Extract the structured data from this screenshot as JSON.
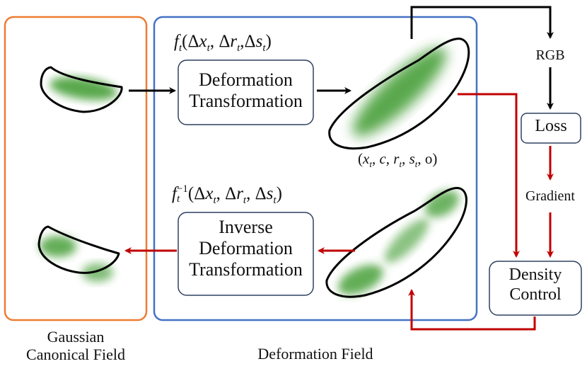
{
  "panels": {
    "canonical": {
      "caption_line1": "Gaussian",
      "caption_line2": "Canonical Field"
    },
    "deformation": {
      "caption": "Deformation Field"
    }
  },
  "boxes": {
    "forward": {
      "line1": "Deformation",
      "line2": "Transformation"
    },
    "inverse": {
      "line1": "Inverse",
      "line2": "Deformation",
      "line3": "Transformation"
    },
    "loss": {
      "label": "Loss"
    },
    "density": {
      "line1": "Density",
      "line2": "Control"
    }
  },
  "labels": {
    "rgb": "RGB",
    "gradient": "Gradient"
  },
  "formulas": {
    "forward": {
      "f": "f",
      "sub_t": "t",
      "open": "(",
      "delta": "Δ",
      "x": "x",
      "r": "r",
      "s": "s",
      "comma": ",",
      "close": ")"
    },
    "inverse": {
      "f": "f",
      "sub_t": "t",
      "sup": "−1",
      "open": "(",
      "delta": "Δ",
      "x": "x",
      "r": "r",
      "s": "s",
      "comma": ",",
      "close": ")"
    },
    "tuple": {
      "open": "(",
      "x": "x",
      "t": "t",
      "c": "c",
      "r": "r",
      "s": "s",
      "o": "o",
      "comma": ",",
      "close": ")"
    }
  },
  "colors": {
    "canonical_border": "#ED7D31",
    "deformation_border": "#4472C4",
    "box_border": "#2F4060",
    "forward_arrow": "#000000",
    "backward_arrow": "#C00000",
    "gaussian_fill": "#3C9A2E"
  }
}
